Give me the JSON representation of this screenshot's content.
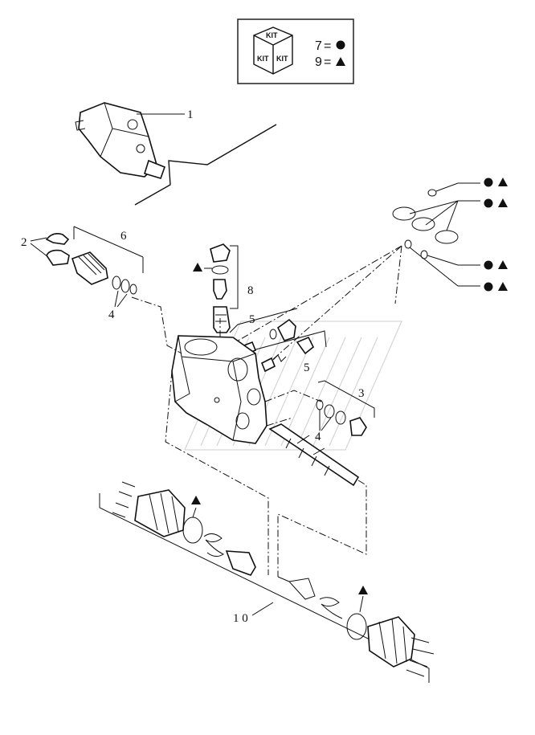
{
  "kit_box": {
    "kit_word": "KIT",
    "legend": [
      {
        "number": "7",
        "eq": "=",
        "symbol": "circle"
      },
      {
        "number": "9",
        "eq": "=",
        "symbol": "triangle"
      }
    ]
  },
  "callouts": {
    "c1": "1",
    "c2": "2",
    "c3": "3",
    "c4a": "4",
    "c4b": "4",
    "c5a": "5",
    "c5b": "5",
    "c6": "6",
    "c8": "8",
    "c10": "1 0"
  },
  "symbols": {
    "kit7": "circle",
    "kit9": "triangle",
    "color": "#111111"
  }
}
